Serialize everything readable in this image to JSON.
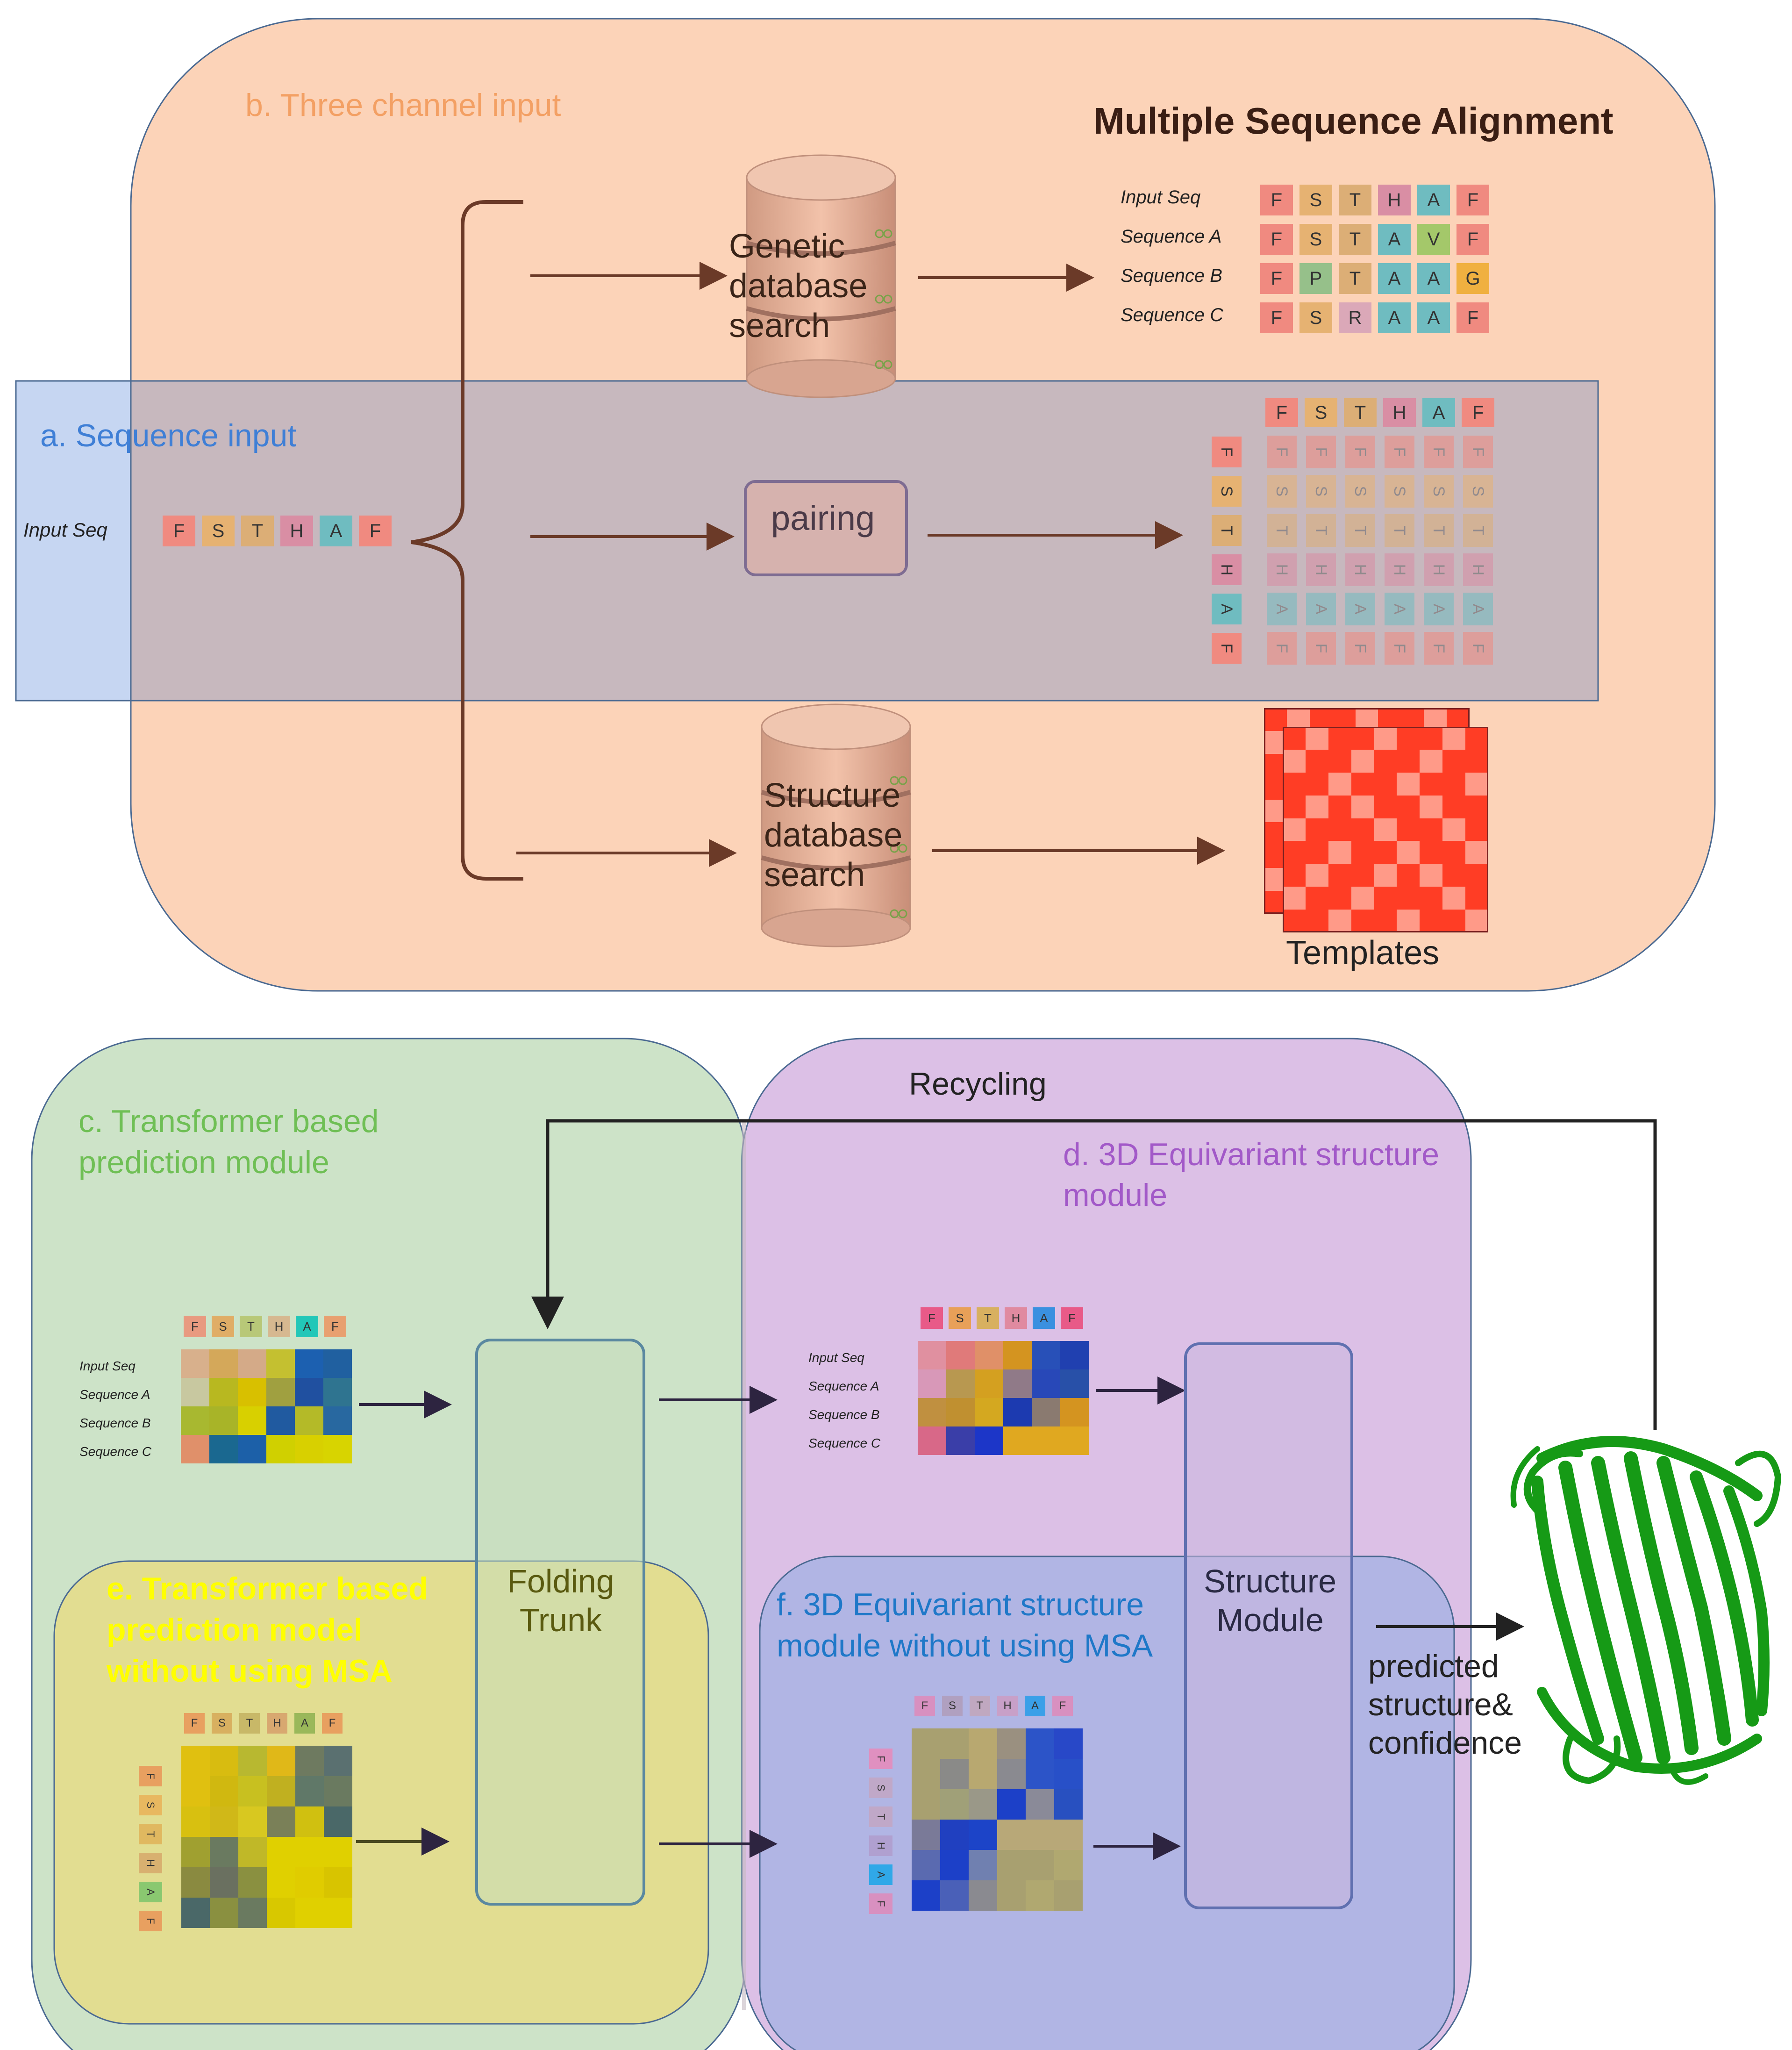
{
  "panels": {
    "b": {
      "label": "b. Three channel input"
    },
    "a": {
      "label": "a. Sequence input"
    },
    "c": {
      "label_line1": "c. Transformer based",
      "label_line2": "prediction module"
    },
    "d": {
      "label_line1": "d. 3D Equivariant structure",
      "label_line2": "module"
    },
    "e": {
      "label_line1": "e. Transformer based",
      "label_line2": "prediction model",
      "label_line3": "without using MSA"
    },
    "f": {
      "label_line1": "f. 3D Equivariant structure",
      "label_line2": "module without using MSA"
    }
  },
  "msa_title": "Multiple Sequence Alignment",
  "input_seq_label": "Input Seq",
  "sequence": [
    "F",
    "S",
    "T",
    "H",
    "A",
    "F"
  ],
  "genetic_db": {
    "line1": "Genetic",
    "line2": "database",
    "line3": "search"
  },
  "structure_db": {
    "line1": "Structure",
    "line2": "database",
    "line3": "search"
  },
  "pairing_label": "pairing",
  "templates_label": "Templates",
  "msa_rows": [
    {
      "name": "Input Seq",
      "letters": [
        "F",
        "S",
        "T",
        "H",
        "A",
        "F"
      ]
    },
    {
      "name": "Sequence A",
      "letters": [
        "F",
        "S",
        "T",
        "A",
        "V",
        "F"
      ]
    },
    {
      "name": "Sequence B",
      "letters": [
        "F",
        "P",
        "T",
        "A",
        "A",
        "G"
      ]
    },
    {
      "name": "Sequence C",
      "letters": [
        "F",
        "S",
        "R",
        "A",
        "A",
        "F"
      ]
    }
  ],
  "small_msa_rows": [
    "Input Seq",
    "Sequence A",
    "Sequence B",
    "Sequence C"
  ],
  "recycling_label": "Recycling",
  "folding_trunk": {
    "line1": "Folding",
    "line2": "Trunk"
  },
  "structure_module": {
    "line1": "Structure",
    "line2": "Module"
  },
  "output": {
    "line1": "predicted",
    "line2": "structure&",
    "line3": "confidence"
  },
  "colors": {
    "residue_F": "#f08a80",
    "residue_S": "#e6b272",
    "residue_T": "#dcae76",
    "residue_H": "#d98ea4",
    "residue_A": "#6fbcc0",
    "residue_V": "#a4c86a",
    "residue_P": "#96c08a",
    "residue_G": "#f0b040",
    "residue_R": "#dba8b8",
    "panel_b_fill": "#fcd3b8",
    "panel_a_fill": "#c3d4ee",
    "panel_c_fill": "#cde3c8",
    "panel_d_fill": "#dcc0e6",
    "panel_e_fill": "#e4dc8c",
    "panel_f_fill": "#b4b8e2",
    "template_red": "#ff3d25",
    "protein_green": "#1aa51a"
  },
  "icons": {
    "database": "cylinder-database-icon",
    "protein": "beta-barrel-protein-icon"
  }
}
